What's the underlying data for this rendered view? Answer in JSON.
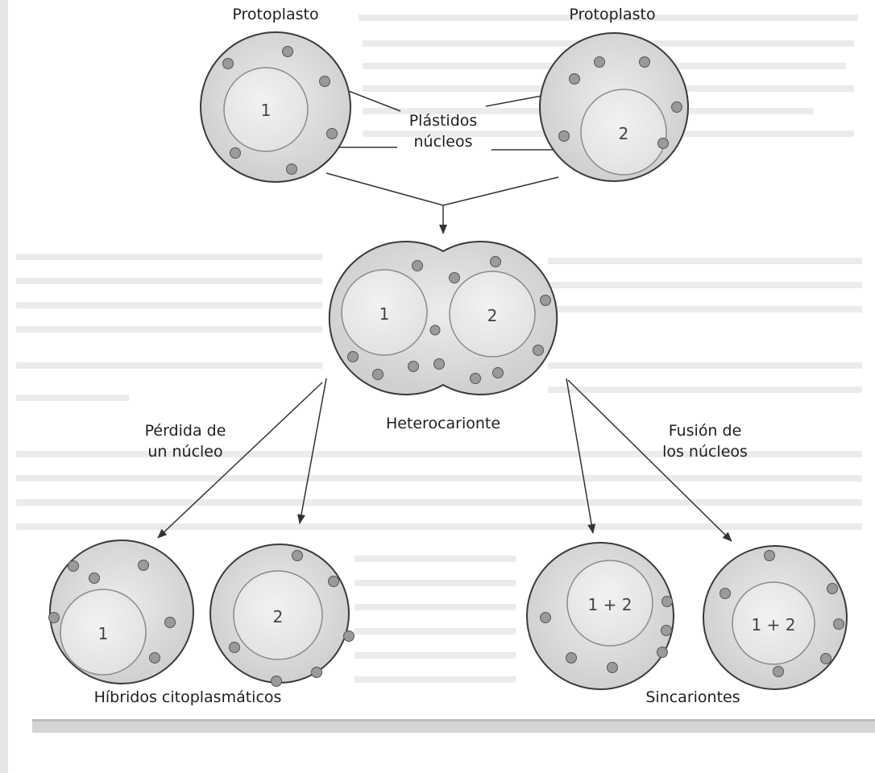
{
  "labels": {
    "protoplast_left": "Protoplasto",
    "protoplast_right": "Protoplasto",
    "plastids_line1": "Plástidos",
    "plastids_line2": "núcleos",
    "heterokaryon": "Heterocarionte",
    "loss_line1": "Pérdida de",
    "loss_line2": "un núcleo",
    "fusion_line1": "Fusión de",
    "fusion_line2": "los núcleos",
    "cybrids": "Híbridos citoplasmáticos",
    "synkaryons": "Sincariontes"
  },
  "nucleus_labels": {
    "left_protoplast": "1",
    "right_protoplast": "2",
    "hetero_left": "1",
    "hetero_right": "2",
    "cybrid_left": "1",
    "cybrid_right": "2",
    "synkaryon_left": "1 + 2",
    "synkaryon_right": "1 + 2"
  },
  "colors": {
    "cell_fill": "#d6d6d6",
    "cell_stroke": "#3a3a3a",
    "nucleus_fill": "#e7e7e7",
    "plastid_fill": "#9a9a9a",
    "arrow": "#333333",
    "paper": "#ffffff",
    "background_text": "#e4e4e4"
  }
}
